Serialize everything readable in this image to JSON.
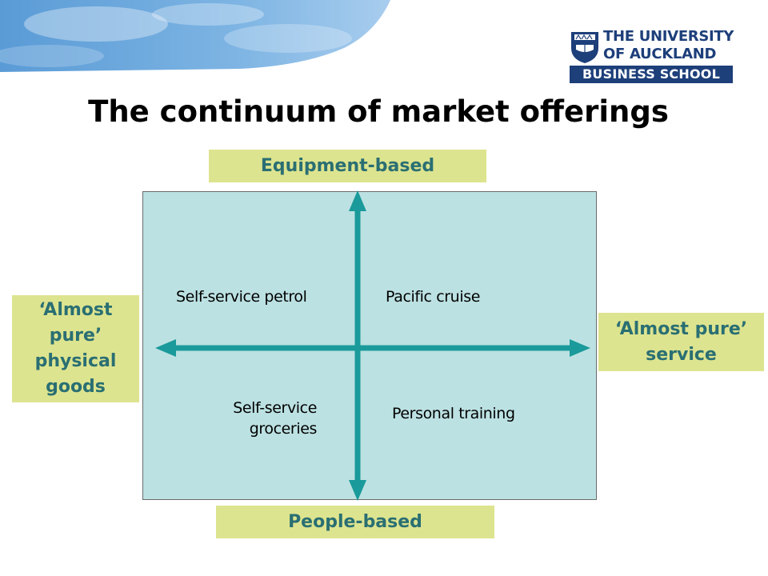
{
  "logo": {
    "line1": "THE UNIVERSITY",
    "line2": "OF AUCKLAND",
    "band": "BUSINESS SCHOOL"
  },
  "title": "The continuum of market offerings",
  "axis_labels": {
    "top": "Equipment-based",
    "bottom": "People-based",
    "left": "‘Almost pure’ physical goods",
    "right": "‘Almost pure’ service"
  },
  "quadrants": {
    "top_left": "Self-service petrol",
    "top_right": "Pacific cruise",
    "bottom_left": "Self-service groceries",
    "bottom_right": "Personal training"
  },
  "colors": {
    "panel": "#bce1e2",
    "arrow": "#1a9a9a",
    "label_box": "#dde48f",
    "label_text": "#2a6f73",
    "brand": "#1d3f7a",
    "sky": "#5b9bd5"
  }
}
